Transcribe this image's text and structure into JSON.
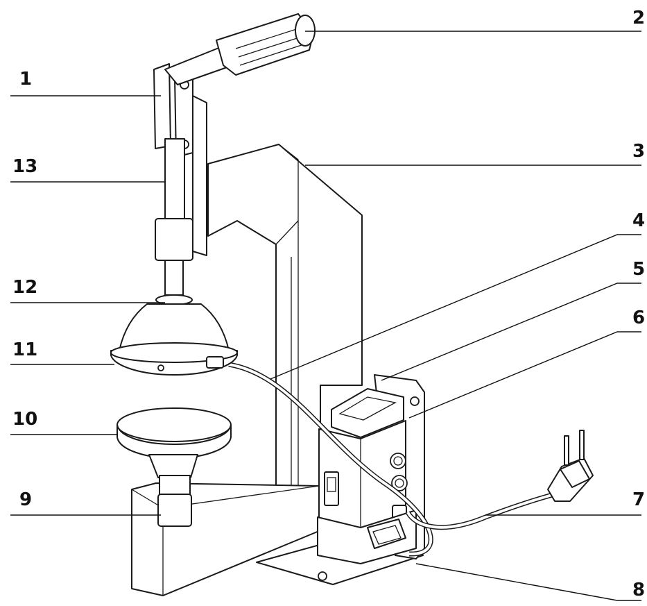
{
  "callouts": [
    {
      "id": "1",
      "text": "1"
    },
    {
      "id": "2",
      "text": "2"
    },
    {
      "id": "3",
      "text": "3"
    },
    {
      "id": "4",
      "text": "4"
    },
    {
      "id": "5",
      "text": "5"
    },
    {
      "id": "6",
      "text": "6"
    },
    {
      "id": "7",
      "text": "7"
    },
    {
      "id": "8",
      "text": "8"
    },
    {
      "id": "9",
      "text": "9"
    },
    {
      "id": "10",
      "text": "10"
    },
    {
      "id": "11",
      "text": "11"
    },
    {
      "id": "12",
      "text": "12"
    },
    {
      "id": "13",
      "text": "13"
    }
  ],
  "colors": {
    "line": "#111111",
    "background": "#ffffff"
  }
}
